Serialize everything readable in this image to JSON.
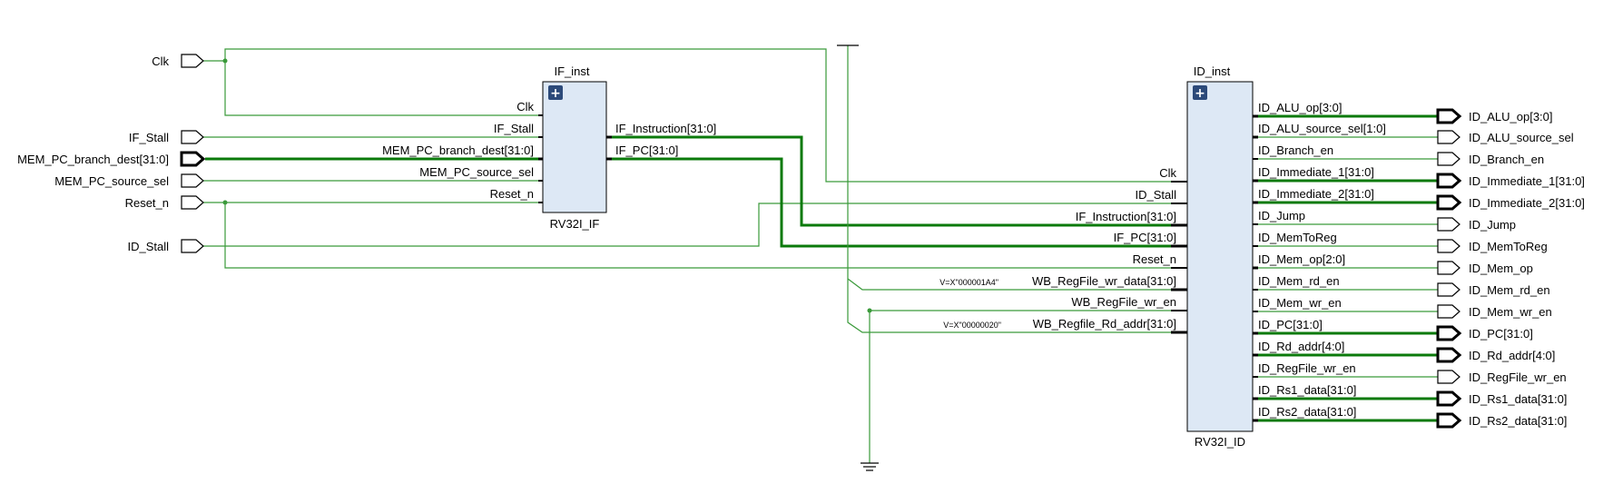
{
  "inputs": {
    "clk": "Clk",
    "if_stall": "IF_Stall",
    "mem_pc_branch_dest": "MEM_PC_branch_dest[31:0]",
    "mem_pc_source_sel": "MEM_PC_source_sel",
    "reset_n": "Reset_n",
    "id_stall": "ID_Stall"
  },
  "if_block": {
    "instance": "IF_inst",
    "module": "RV32I_IF",
    "in_pins": [
      "Clk",
      "IF_Stall",
      "MEM_PC_branch_dest[31:0]",
      "MEM_PC_source_sel",
      "Reset_n"
    ],
    "out_pins": [
      "IF_Instruction[31:0]",
      "IF_PC[31:0]"
    ]
  },
  "id_block": {
    "instance": "ID_inst",
    "module": "RV32I_ID",
    "in_pins": [
      "Clk",
      "ID_Stall",
      "IF_Instruction[31:0]",
      "IF_PC[31:0]",
      "Reset_n",
      "WB_RegFile_wr_data[31:0]",
      "WB_RegFile_wr_en",
      "WB_Regfile_Rd_addr[31:0]"
    ],
    "out_pins": [
      "ID_ALU_op[3:0]",
      "ID_ALU_source_sel[1:0]",
      "ID_Branch_en",
      "ID_Immediate_1[31:0]",
      "ID_Immediate_2[31:0]",
      "ID_Jump",
      "ID_MemToReg",
      "ID_Mem_op[2:0]",
      "ID_Mem_rd_en",
      "ID_Mem_wr_en",
      "ID_PC[31:0]",
      "ID_Rd_addr[4:0]",
      "ID_RegFile_wr_en",
      "ID_Rs1_data[31:0]",
      "ID_Rs2_data[31:0]"
    ]
  },
  "constants": {
    "wr_data": "V=X\"000001A4\"",
    "rd_addr": "V=X\"00000020\""
  },
  "outputs": [
    "ID_ALU_op[3:0]",
    "ID_ALU_source_sel",
    "ID_Branch_en",
    "ID_Immediate_1[31:0]",
    "ID_Immediate_2[31:0]",
    "ID_Jump",
    "ID_MemToReg",
    "ID_Mem_op",
    "ID_Mem_rd_en",
    "ID_Mem_wr_en",
    "ID_PC[31:0]",
    "ID_Rd_addr[4:0]",
    "ID_RegFile_wr_en",
    "ID_Rs1_data[31:0]",
    "ID_Rs2_data[31:0]"
  ],
  "colors": {
    "wire": "#3a9a3a",
    "bus": "#0b7a0b",
    "block_fill": "#dde8f5"
  }
}
